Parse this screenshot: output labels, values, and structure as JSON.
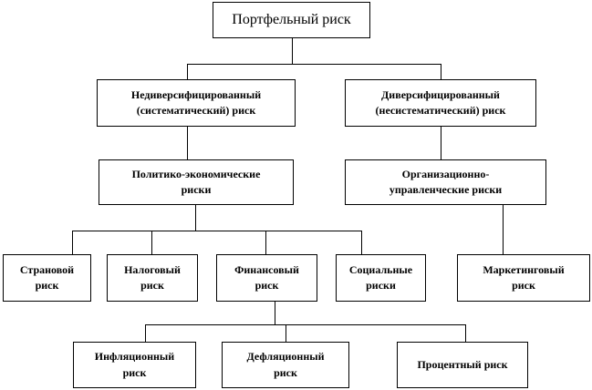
{
  "nodes": {
    "root": "Портфельный риск",
    "nondiversified": "Недиверсифицированный\n(систематический) риск",
    "diversified": "Диверсифицированный\n(несистематический) риск",
    "political_economic": "Политико-экономические\nриски",
    "organizational": "Организационно-\nуправленческие  риски",
    "country": "Страновой\nриск",
    "tax": "Налоговый\nриск",
    "financial": "Финансовый\nриск",
    "social": "Социальные\nриски",
    "marketing": "Маркетинговый\nриск",
    "inflation": "Инфляционный\nриск",
    "deflation": "Дефляционный\nриск",
    "interest": "Процентный риск"
  }
}
